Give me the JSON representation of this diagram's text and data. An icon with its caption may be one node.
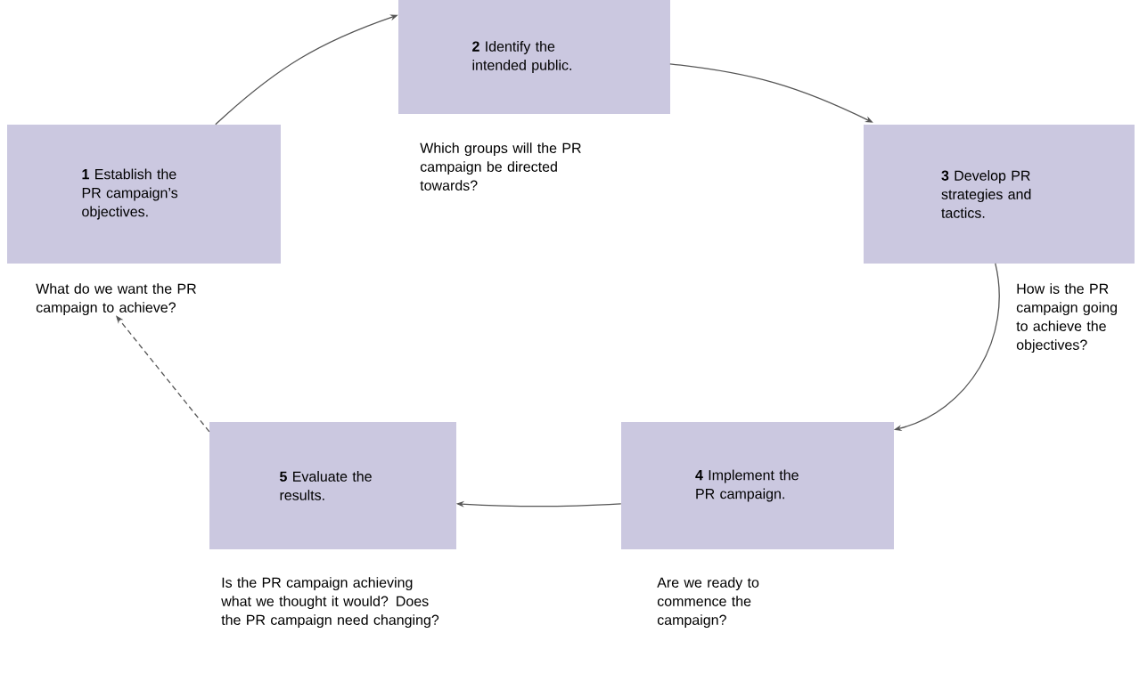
{
  "diagram": {
    "nodes": [
      {
        "text": [
          "**1** Establish the PR campaign’s objectives."
        ],
        "beside": [
          "What do we want the PR campaign to achieve?"
        ]
      },
      {
        "text": [
          "**2** Identify the intended public."
        ],
        "beside": [
          "Which groups will the PR campaign be directed towards?"
        ]
      },
      {
        "text": [
          "**3** Develop PR strategies and tactics."
        ],
        "beside": [
          "How is the PR campaign going to achieve the objectives?"
        ]
      },
      {
        "text": [
          "**4** Implement the PR campaign."
        ],
        "beside": [
          "Are we ready to commence the campaign?"
        ]
      },
      {
        "text": [
          "**5** Evaluate the results."
        ],
        "beside": [
          "Is the PR campaign achieving what we thought it would? Does the PR campaign need changing?"
        ]
      }
    ],
    "edges": [
      {
        "from": 0,
        "to": 1,
        "arrow": "to"
      },
      {
        "from": 1,
        "to": 2,
        "arrow": "to"
      },
      {
        "from": 2,
        "to": 3,
        "arrow": "to"
      },
      {
        "from": 3,
        "to": 4,
        "arrow": "to"
      },
      {
        "from": 4,
        "to": 0,
        "arrow": "to",
        "style": "dashed"
      }
    ]
  }
}
